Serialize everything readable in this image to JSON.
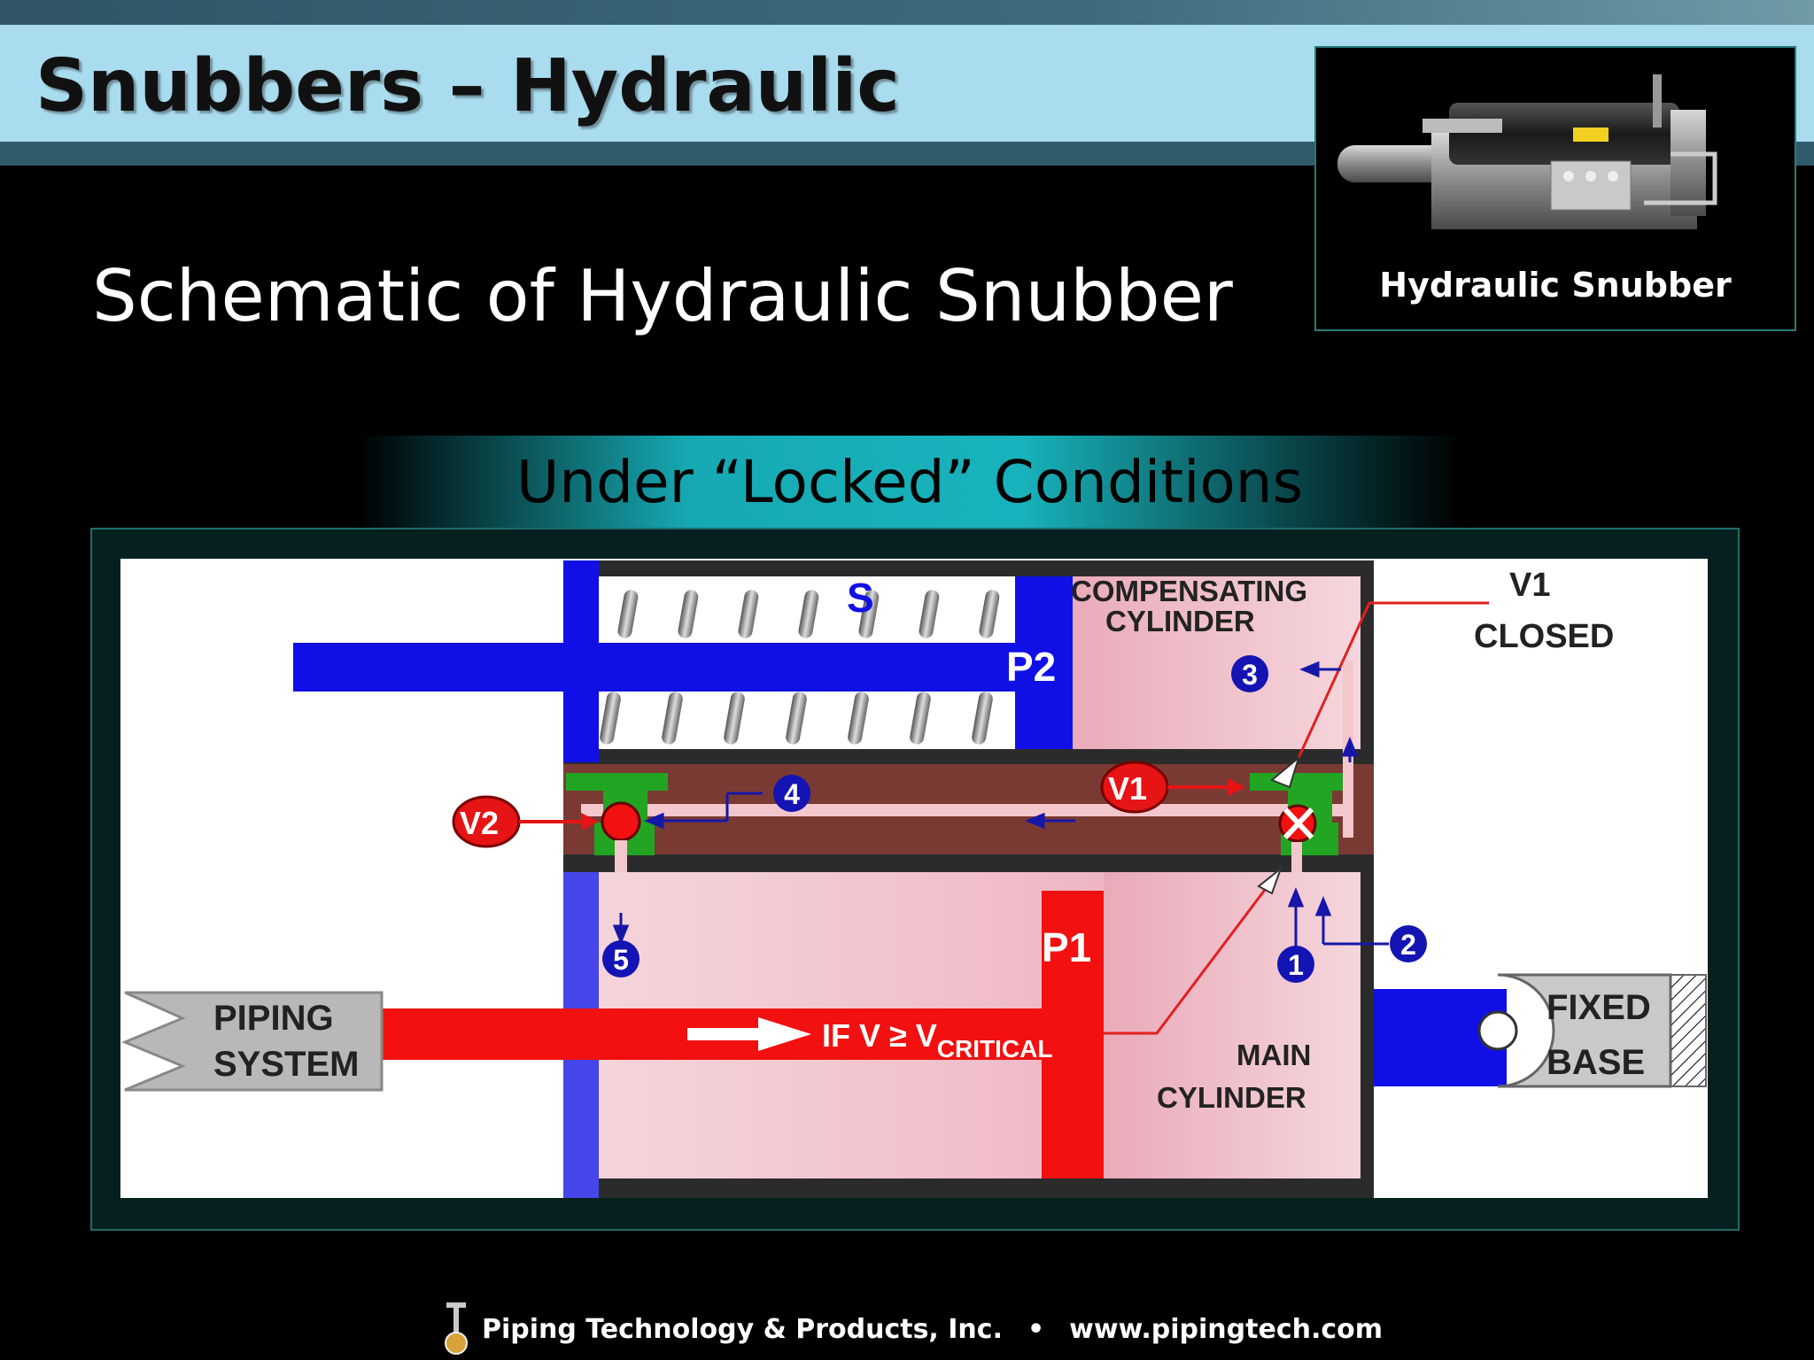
{
  "slide": {
    "title": "Snubbers – Hydraulic",
    "subtitle": "Schematic of Hydraulic Snubber",
    "photo_caption": "Hydraulic Snubber",
    "banner": "Under “Locked” Conditions"
  },
  "diagram": {
    "compensating_line1": "COMPENSATING",
    "compensating_line2": "CYLINDER",
    "main_line1": "MAIN",
    "main_line2": "CYLINDER",
    "piping_line1": "PIPING",
    "piping_line2": "SYSTEM",
    "fixed_line1": "FIXED",
    "fixed_line2": "BASE",
    "v1_status_line1": "V1",
    "v1_status_line2": "CLOSED",
    "spring_label": "S",
    "p1": "P1",
    "p2": "P2",
    "v1": "V1",
    "v2": "V2",
    "condition": "IF  V ≥ V",
    "condition_sub": "CRITICAL",
    "markers": [
      "1",
      "2",
      "3",
      "4",
      "5"
    ],
    "colors": {
      "piston_blue": "#1010e6",
      "rod_red": "#f21010",
      "valve_green": "#22a522",
      "fluid_pink": "#f2c9cf",
      "passage_brown": "#7a3a34"
    }
  },
  "footer": {
    "company": "Piping Technology & Products, Inc.",
    "separator": "•",
    "website": "www.pipingtech.com"
  }
}
